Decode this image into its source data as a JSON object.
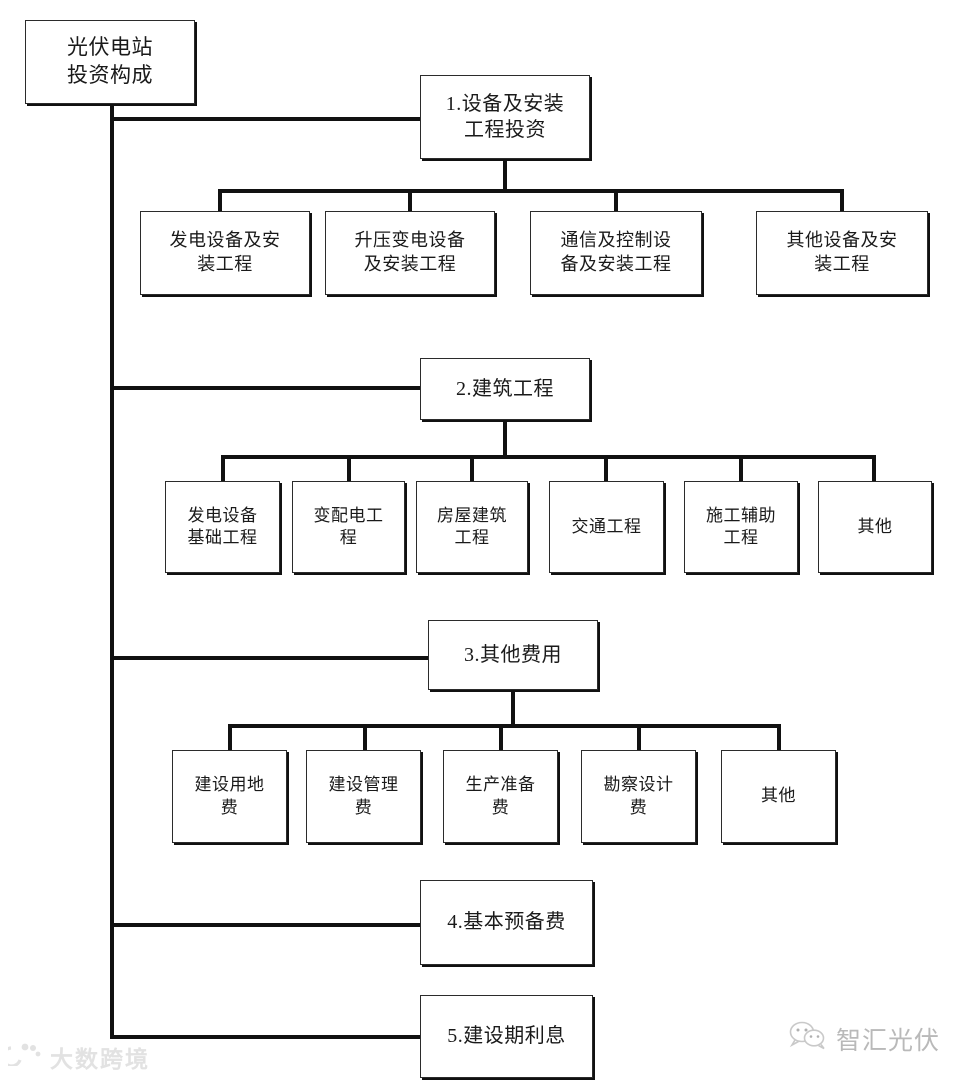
{
  "diagram": {
    "type": "org-chart",
    "title": "光伏电站投资构成",
    "root": {
      "label": "光伏电站\n投资构成",
      "line1": "光伏电站",
      "line2": "投资构成"
    },
    "sections": [
      {
        "id": "s1",
        "label": "1.设备及安装\n工程投资",
        "line1": "1.设备及安装",
        "line2": "工程投资",
        "children": [
          {
            "line1": "发电设备及安",
            "line2": "装工程"
          },
          {
            "line1": "升压变电设备",
            "line2": "及安装工程"
          },
          {
            "line1": "通信及控制设",
            "line2": "备及安装工程"
          },
          {
            "line1": "其他设备及安",
            "line2": "装工程"
          }
        ]
      },
      {
        "id": "s2",
        "label": "2.建筑工程",
        "line1": "2.建筑工程",
        "line2": "",
        "children": [
          {
            "line1": "发电设备",
            "line2": "基础工程"
          },
          {
            "line1": "变配电工",
            "line2": "程"
          },
          {
            "line1": "房屋建筑",
            "line2": "工程"
          },
          {
            "line1": "交通工程",
            "line2": ""
          },
          {
            "line1": "施工辅助",
            "line2": "工程"
          },
          {
            "line1": "其他",
            "line2": ""
          }
        ]
      },
      {
        "id": "s3",
        "label": "3.其他费用",
        "line1": "3.其他费用",
        "line2": "",
        "children": [
          {
            "line1": "建设用地",
            "line2": "费"
          },
          {
            "line1": "建设管理",
            "line2": "费"
          },
          {
            "line1": "生产准备",
            "line2": "费"
          },
          {
            "line1": "勘察设计",
            "line2": "费"
          },
          {
            "line1": "其他",
            "line2": ""
          }
        ]
      },
      {
        "id": "s4",
        "label": "4.基本预备费",
        "line1": "4.基本预备费",
        "line2": "",
        "children": []
      },
      {
        "id": "s5",
        "label": "5.建设期利息",
        "line1": "5.建设期利息",
        "line2": "",
        "children": []
      }
    ]
  },
  "watermarks": {
    "left": {
      "text": "大数跨境",
      "icon": "paw-logo-icon"
    },
    "right": {
      "text": "智汇光伏",
      "icon": "wechat-icon"
    }
  },
  "colors": {
    "line": "#111111",
    "border": "#2b2b2b",
    "text": "#1a1a1a",
    "background": "#ffffff",
    "watermark_left": "#e2e2e2",
    "watermark_right": "#b9b9b9"
  }
}
